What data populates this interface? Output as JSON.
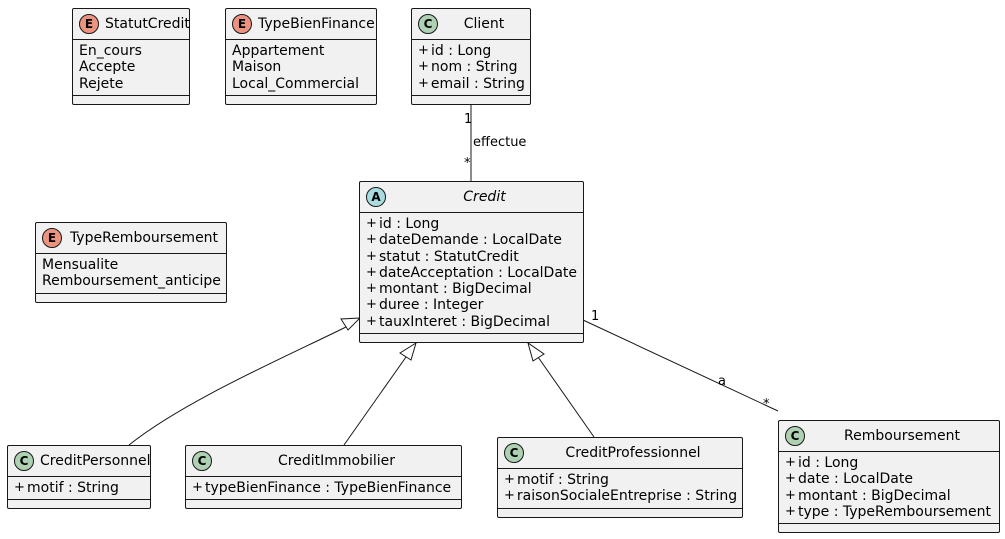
{
  "diagram": {
    "classes": [
      {
        "id": "statut",
        "kind": "enum",
        "name": "StatutCredit",
        "items": [
          "En_cours",
          "Accepte",
          "Rejete"
        ]
      },
      {
        "id": "typebien",
        "kind": "enum",
        "name": "TypeBienFinance",
        "items": [
          "Appartement",
          "Maison",
          "Local_Commercial"
        ]
      },
      {
        "id": "client",
        "kind": "class",
        "name": "Client",
        "items": [
          "id : Long",
          "nom : String",
          "email : String"
        ]
      },
      {
        "id": "typerem",
        "kind": "enum",
        "name": "TypeRemboursement",
        "items": [
          "Mensualite",
          "Remboursement_anticipe"
        ]
      },
      {
        "id": "credit",
        "kind": "abstract",
        "name": "Credit",
        "items": [
          "id : Long",
          "dateDemande : LocalDate",
          "statut : StatutCredit",
          "dateAcceptation : LocalDate",
          "montant : BigDecimal",
          "duree : Integer",
          "tauxInteret : BigDecimal"
        ]
      },
      {
        "id": "cperso",
        "kind": "class",
        "name": "CreditPersonnel",
        "items": [
          "motif : String"
        ]
      },
      {
        "id": "cimmo",
        "kind": "class",
        "name": "CreditImmobilier",
        "items": [
          "typeBienFinance : TypeBienFinance"
        ]
      },
      {
        "id": "cpro",
        "kind": "class",
        "name": "CreditProfessionnel",
        "items": [
          "motif : String",
          "raisonSocialeEntreprise : String"
        ]
      },
      {
        "id": "rembours",
        "kind": "class",
        "name": "Remboursement",
        "items": [
          "id : Long",
          "date : LocalDate",
          "montant : BigDecimal",
          "type : TypeRemboursement"
        ]
      }
    ],
    "stereotype_letters": {
      "class": "C",
      "enum": "E",
      "abstract": "A"
    },
    "visibility_symbol": "+",
    "stereotype_colors": {
      "class": "#add1b2",
      "enum": "#eb937f",
      "abstract": "#a9dcdf"
    },
    "relations": [
      {
        "from": "client",
        "to": "credit",
        "type": "association",
        "label": "effectue",
        "from_mult": "1",
        "to_mult": "*"
      },
      {
        "from": "credit",
        "to": "rembours",
        "type": "association",
        "label": "a",
        "from_mult": "1",
        "to_mult": "*"
      },
      {
        "from": "cperso",
        "to": "credit",
        "type": "inheritance"
      },
      {
        "from": "cimmo",
        "to": "credit",
        "type": "inheritance"
      },
      {
        "from": "cpro",
        "to": "credit",
        "type": "inheritance"
      }
    ]
  }
}
